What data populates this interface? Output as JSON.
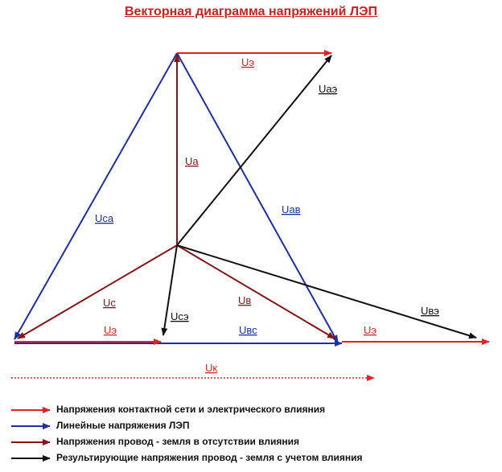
{
  "title": "Векторная диаграмма напряжений ЛЭП",
  "labels": {
    "ue_top": "Uэ",
    "uae": "Uаэ",
    "ua": "Uа",
    "uca": "Uса",
    "uab": "Uав",
    "uc": "Uс",
    "ub": "Uв",
    "uce": "Uсэ",
    "ube": "Uвэ",
    "ue_bottom_left": "Uэ",
    "ubc": "Uвс",
    "ue_bottom_right": "Uэ",
    "uk": "Uк"
  },
  "legend": [
    {
      "color": "#e82020",
      "text": "Напряжения контактной сети и электрического влияния"
    },
    {
      "color": "#1c2fa8",
      "text": "Линейные напряжения ЛЭП"
    },
    {
      "color": "#8a1414",
      "text": "Напряжения провод - земля в отсутствии влияния"
    },
    {
      "color": "#111111",
      "text": "Результирующие напряжения провод - земля с учетом влияния"
    }
  ],
  "colors": {
    "red": "#e82020",
    "blue": "#1c2fa8",
    "darkred": "#8a1414",
    "black": "#111111"
  }
}
